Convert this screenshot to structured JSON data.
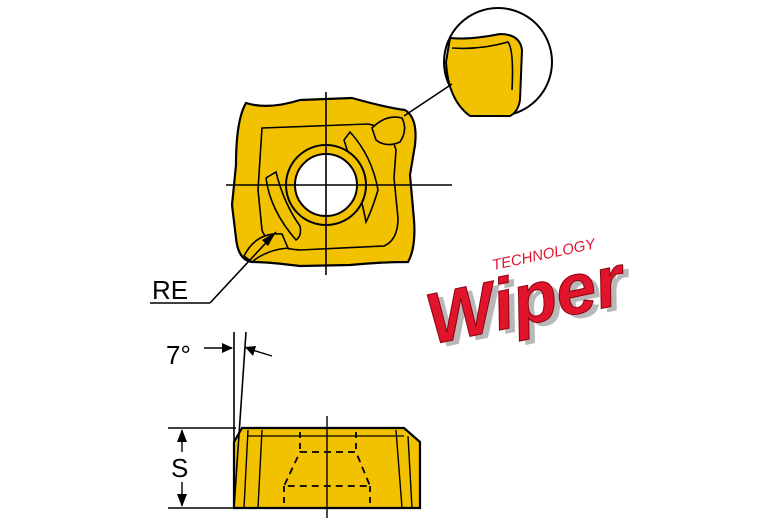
{
  "labels": {
    "radius": "RE",
    "angle": "7°",
    "thickness": "S"
  },
  "logo": {
    "main": "Wiper",
    "sub": "TECHNOLOGY"
  },
  "colors": {
    "insert_fill": "#F2C200",
    "insert_outline": "#000000",
    "logo_red": "#E0152B",
    "logo_shadow": "#B8B8B8"
  }
}
